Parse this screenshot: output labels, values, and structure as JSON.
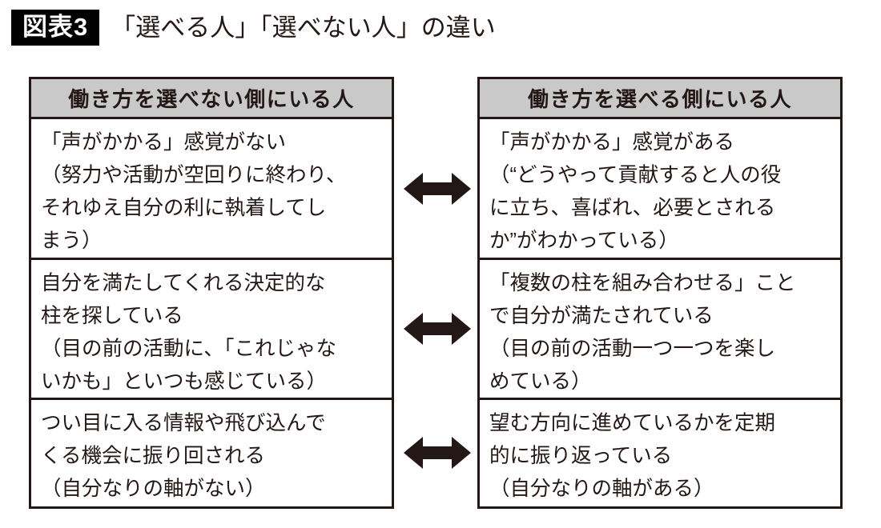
{
  "figure": {
    "badge_label": "図表3",
    "title": "「選べる人」「選べない人」の違い",
    "badge_bg": "#000000",
    "text_color": "#231815",
    "header_bg": "#c9c9c9",
    "border_color": "#231815"
  },
  "left_panel": {
    "header": "働き方を選べない側にいる人",
    "rows": [
      {
        "lines": [
          "「声がかかる」感覚がない",
          "（努力や活動が空回りに終わり、",
          "それゆえ自分の利に執着してし",
          "まう）"
        ],
        "full_text": "「声がかかる」感覚がない（努力や活動が空回りに終わり、それゆえ自分の利に執着してしまう）"
      },
      {
        "lines": [
          "自分を満たしてくれる決定的な",
          "柱を探している",
          "（目の前の活動に、「これじゃな",
          "いかも」といつも感じている）"
        ],
        "full_text": "自分を満たしてくれる決定的な柱を探している（目の前の活動に、「これじゃないかも」といつも感じている）"
      },
      {
        "lines": [
          "つい目に入る情報や飛び込んで",
          "くる機会に振り回される",
          "（自分なりの軸がない）"
        ],
        "full_text": "つい目に入る情報や飛び込んでくる機会に振り回される（自分なりの軸がない）"
      }
    ]
  },
  "right_panel": {
    "header": "働き方を選べる側にいる人",
    "rows": [
      {
        "lines": [
          "「声がかかる」感覚がある",
          "（“どうやって貢献すると人の役",
          "に立ち、喜ばれ、必要とされる",
          "か”がわかっている）"
        ],
        "full_text": "「声がかかる」感覚がある（“どうやって貢献すると人の役に立ち、喜ばれ、必要とされるか”がわかっている）"
      },
      {
        "lines": [
          "「複数の柱を組み合わせる」こと",
          "で自分が満たされている",
          "（目の前の活動一つ一つを楽し",
          "めている）"
        ],
        "full_text": "「複数の柱を組み合わせる」ことで自分が満たされている（目の前の活動一つ一つを楽しめている）"
      },
      {
        "lines": [
          "望む方向に進めているかを定期",
          "的に振り返っている",
          "（自分なりの軸がある）"
        ],
        "full_text": "望む方向に進めているかを定期的に振り返っている（自分なりの軸がある）"
      }
    ]
  },
  "connectors": [
    {
      "icon": "double-headed-horizontal-arrow-icon",
      "row": 1
    },
    {
      "icon": "double-headed-horizontal-arrow-icon",
      "row": 2
    },
    {
      "icon": "double-headed-horizontal-arrow-icon",
      "row": 3
    }
  ]
}
